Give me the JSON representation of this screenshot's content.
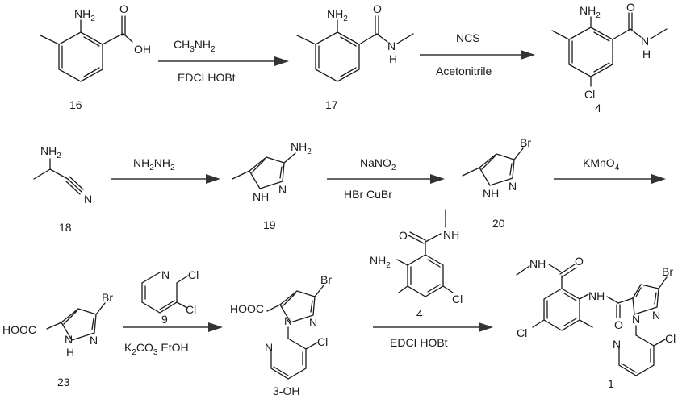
{
  "row1": {
    "c16": {
      "number": "16"
    },
    "step1": {
      "reagent_above": "CH3NH2",
      "reagent_below": "EDCI  HOBt"
    },
    "c17": {
      "number": "17"
    },
    "step2": {
      "reagent_above": "NCS",
      "reagent_below": "Acetonitrile"
    },
    "c4": {
      "number": "4"
    }
  },
  "row2": {
    "c18": {
      "number": "18"
    },
    "step3": {
      "reagent_above": "NH2NH2"
    },
    "c19": {
      "number": "19"
    },
    "step4": {
      "reagent_above": "NaNO2",
      "reagent_below": "HBr  CuBr"
    },
    "c20": {
      "number": "20"
    },
    "step5": {
      "reagent_above": "KMnO4"
    }
  },
  "row3": {
    "c23": {
      "number": "23"
    },
    "step6": {
      "reagent_number": "9",
      "reagent_below": "K2CO3  EtOH"
    },
    "c3oh": {
      "number": "3-OH"
    },
    "step7": {
      "reagent_number": "4",
      "reagent_below": "EDCI  HOBt"
    },
    "c1": {
      "number": "1"
    }
  },
  "atoms": {
    "nh2": "NH2",
    "oh": "OH",
    "o": "O",
    "n": "N",
    "h": "H",
    "nh": "NH",
    "cl": "Cl",
    "br": "Br",
    "hooc": "HOOC"
  }
}
